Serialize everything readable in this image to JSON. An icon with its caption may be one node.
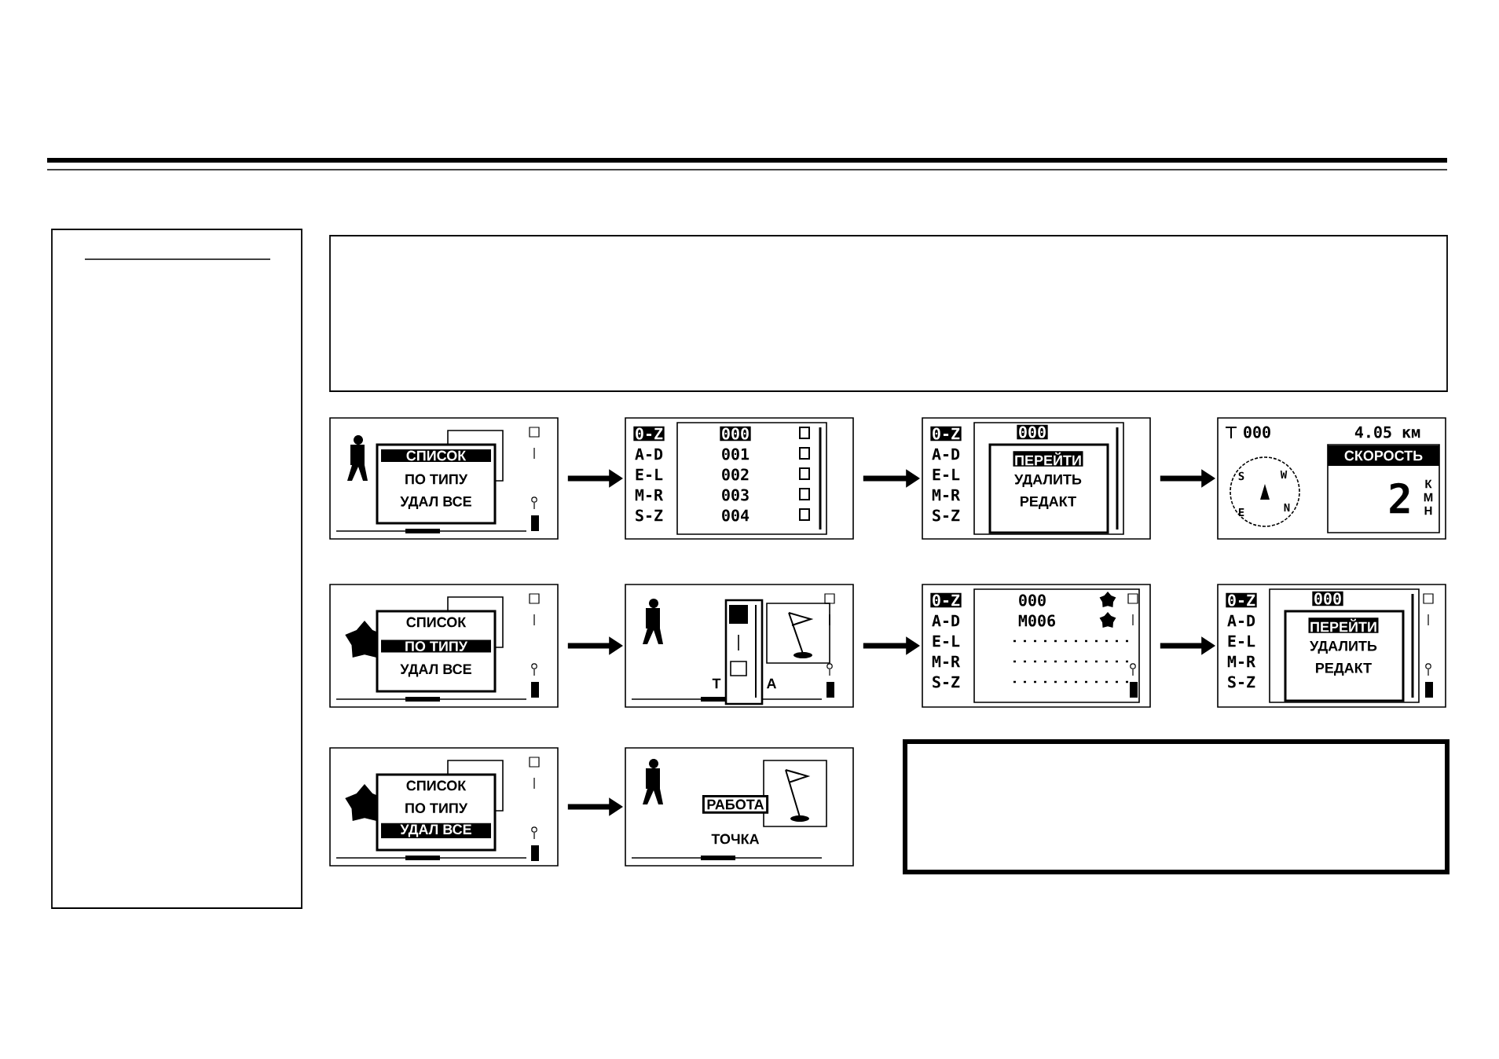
{
  "diagram": {
    "nodes": [
      {
        "text": [
          "СПИСОК",
          "ПО ТИПУ",
          "УДАЛ ВСЕ"
        ]
      },
      {
        "text": [
          "0-Z",
          "A-D",
          "E-L",
          "M-R",
          "S-Z",
          "000",
          "001",
          "002",
          "003",
          "004"
        ]
      },
      {
        "text": [
          "0-Z",
          "A-D",
          "E-L",
          "M-R",
          "S-Z",
          "000",
          "ПЕРЕЙТИ",
          "УДАЛИТЬ",
          "РЕДАКТ"
        ]
      },
      {
        "text": [
          "000",
          "4.05 км",
          "СКОРОСТЬ",
          "2",
          "К",
          "М",
          "Н",
          "S",
          "W",
          "E",
          "N"
        ]
      },
      {
        "text": [
          "СПИСОК",
          "ПО ТИПУ",
          "УДАЛ ВСЕ"
        ]
      },
      {
        "text": [
          "Т",
          "А"
        ]
      },
      {
        "text": [
          "0-Z",
          "A-D",
          "E-L",
          "M-R",
          "S-Z",
          "000",
          "M006"
        ]
      },
      {
        "text": [
          "0-Z",
          "A-D",
          "E-L",
          "M-R",
          "S-Z",
          "000",
          "ПЕРЕЙТИ",
          "УДАЛИТЬ",
          "РЕДАКТ"
        ]
      },
      {
        "text": [
          "СПИСОК",
          "ПО ТИПУ",
          "УДАЛ ВСЕ"
        ]
      },
      {
        "text": [
          "РАБОТА",
          "ТОЧКА"
        ]
      },
      {
        "text": [],
        "shape": "box"
      },
      {
        "text": [],
        "shape": "box"
      },
      {
        "text": [],
        "shape": "box"
      }
    ],
    "edges": [
      {
        "from": 0,
        "to": 1,
        "arrow": "to"
      },
      {
        "from": 1,
        "to": 2,
        "arrow": "to"
      },
      {
        "from": 2,
        "to": 3,
        "arrow": "to"
      },
      {
        "from": 4,
        "to": 5,
        "arrow": "to"
      },
      {
        "from": 5,
        "to": 6,
        "arrow": "to"
      },
      {
        "from": 6,
        "to": 7,
        "arrow": "to"
      },
      {
        "from": 8,
        "to": 9,
        "arrow": "to"
      }
    ]
  }
}
